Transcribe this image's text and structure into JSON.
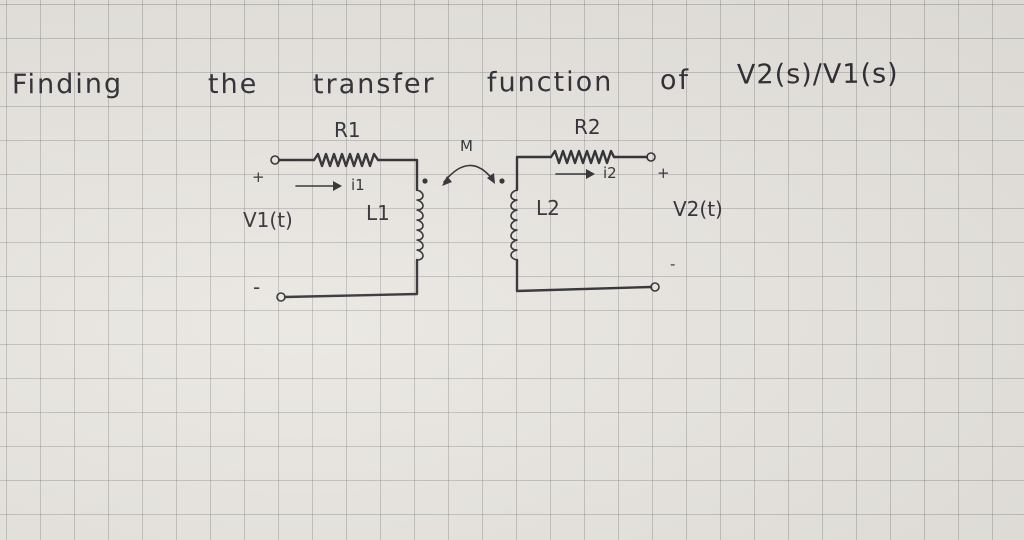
{
  "title": {
    "w1": "Finding",
    "w2": "the",
    "w3": "transfer",
    "w4": "function",
    "w5": "of",
    "w6": "V2(s)/V1(s)"
  },
  "circuit": {
    "R1": "R1",
    "R2": "R2",
    "L1": "L1",
    "L2": "L2",
    "M": "M",
    "i1": "i1",
    "i2": "i2",
    "V1": "V1(t)",
    "V2": "V2(t)",
    "in_plus": "+",
    "in_minus": "-",
    "out_plus": "+",
    "out_minus": "-"
  },
  "colors": {
    "ink": "#2b2b30",
    "paper": "#e9e6e1",
    "grid": "#7d8287"
  }
}
